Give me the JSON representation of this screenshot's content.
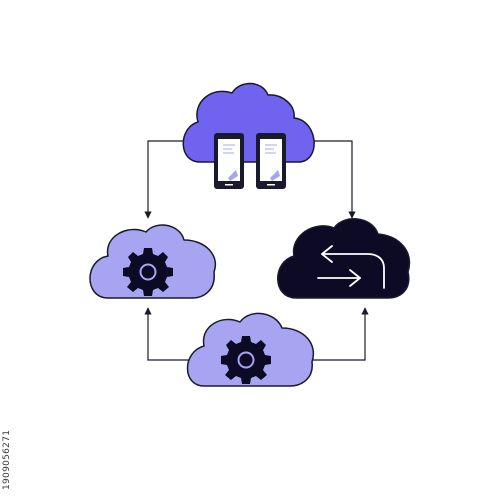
{
  "watermark": {
    "stock_id": "1909056271"
  },
  "colors": {
    "stroke": "#1a1a2e",
    "top_cloud_fill": "#6f63ef",
    "light_cloud_fill": "#a7a5f2",
    "dark_cloud_fill": "#0c0a24",
    "phone_screen": "#ffffff",
    "phone_accent": "#a7a5f2"
  },
  "diagram": {
    "nodes": [
      {
        "id": "top-cloud",
        "icon": "smartphones-icon"
      },
      {
        "id": "left-cloud",
        "icon": "gear-icon"
      },
      {
        "id": "right-cloud",
        "icon": "exchange-arrows-icon"
      },
      {
        "id": "bottom-cloud",
        "icon": "gear-icon"
      }
    ],
    "edges": [
      {
        "from": "top-cloud",
        "to": "left-cloud"
      },
      {
        "from": "top-cloud",
        "to": "right-cloud"
      },
      {
        "from": "bottom-cloud",
        "to": "left-cloud"
      },
      {
        "from": "bottom-cloud",
        "to": "right-cloud"
      }
    ]
  }
}
